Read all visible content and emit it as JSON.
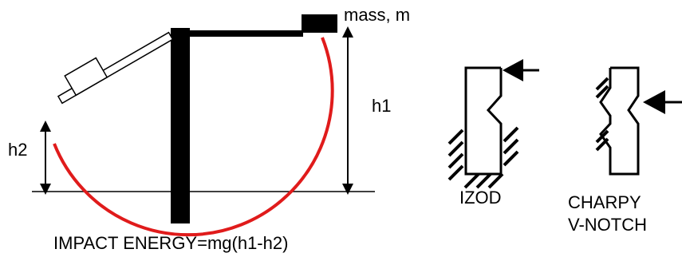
{
  "labels": {
    "mass": "mass, m",
    "h1": "h1",
    "h2": "h2",
    "izod": "IZOD",
    "charpy_line1": "CHARPY",
    "charpy_line2": "V-NOTCH",
    "equation": "IMPACT ENERGY=mg(h1-h2)"
  },
  "colors": {
    "ink": "#000000",
    "swing_path": "#e01b1b",
    "background": "#ffffff"
  }
}
